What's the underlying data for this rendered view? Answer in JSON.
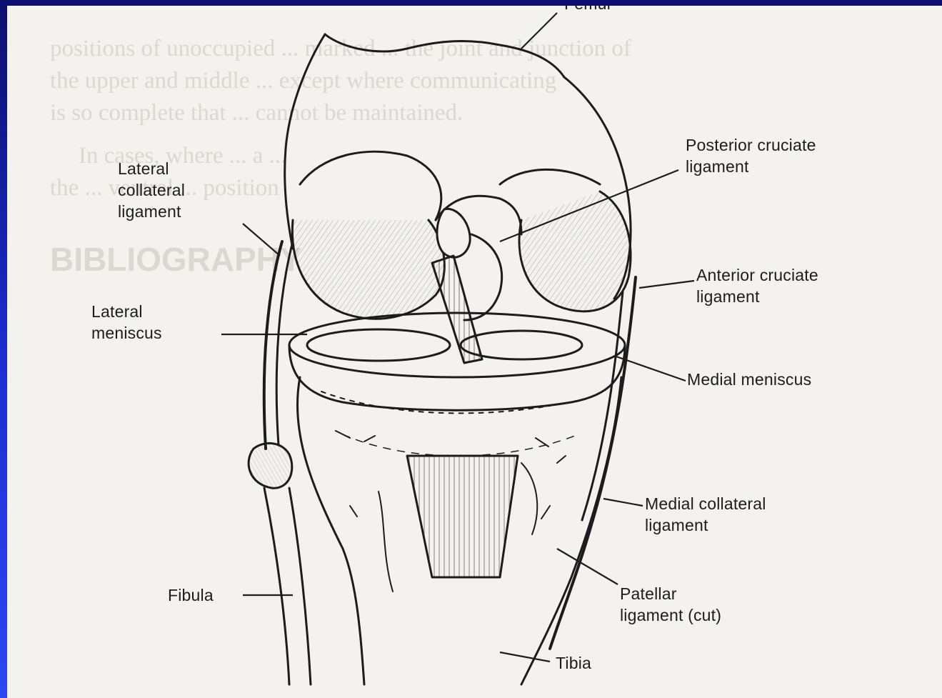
{
  "background_text": {
    "heading": "BIBLIOGRAPHY",
    "lines": [
      "positions of unoccupied ... marked ... the joint and junction of",
      "the upper and middle ... except where communicating",
      "is so complete that ... cannot be maintained.",
      "In cases, where ... a ...",
      "the ... ventral ... position"
    ]
  },
  "labels": {
    "top": "Femur",
    "lateral_collateral": [
      "Lateral",
      "collateral",
      "ligament"
    ],
    "posterior_cruciate": [
      "Posterior cruciate",
      "ligament"
    ],
    "anterior_cruciate": [
      "Anterior cruciate",
      "ligament"
    ],
    "lateral_meniscus": [
      "Lateral",
      "meniscus"
    ],
    "medial_meniscus": [
      "Medial meniscus"
    ],
    "medial_collateral": [
      "Medial collateral",
      "ligament"
    ],
    "patellar_ligament": [
      "Patellar",
      "ligament (cut)"
    ],
    "fibula": "Fibula",
    "tibia": "Tibia"
  },
  "colors": {
    "frame_top": "#0a0f6e",
    "frame_bottom": "#2d48f0",
    "paper": "#f3f2ee",
    "ink": "#1c1c1c"
  }
}
